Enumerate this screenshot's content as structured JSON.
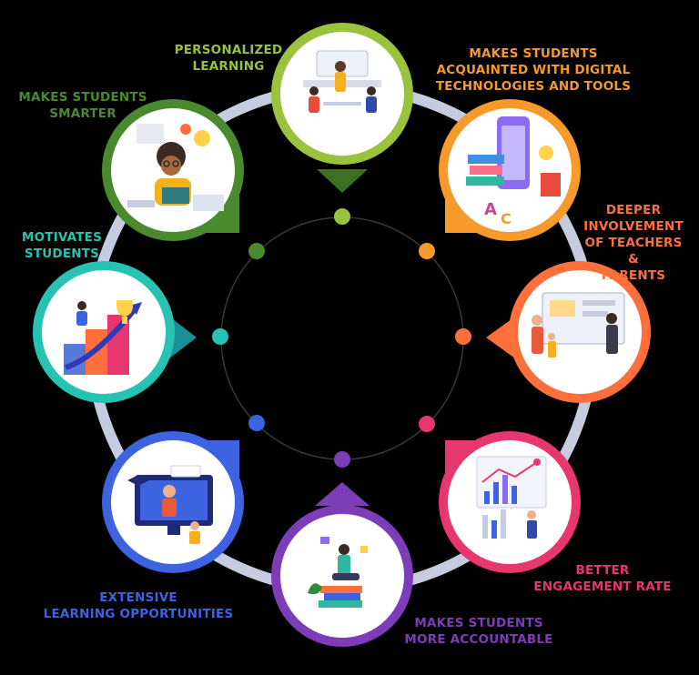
{
  "center": {
    "title": ""
  },
  "colors": {
    "ring": "#c7cbe0",
    "personalized": "#9ac23c",
    "acquainted": "#f59a2b",
    "deeper": "#ff6f3c",
    "engagement": "#e8366e",
    "accountable": "#7d3cb8",
    "extensive": "#3d63e0",
    "motivates": "#27c2b2",
    "smarter": "#4a8a2e"
  },
  "benefits": [
    {
      "id": "personalized",
      "label": "PERSONALIZED\nLEARNING",
      "color": "#9ac23c",
      "icon": "team-meeting-icon"
    },
    {
      "id": "acquainted",
      "label": "MAKES STUDENTS\nACQUAINTED WITH DIGITAL\nTECHNOLOGIES AND TOOLS",
      "color": "#f59a2b",
      "icon": "phone-books-icon"
    },
    {
      "id": "deeper",
      "label": "DEEPER\nINVOLVEMENT\nOF TEACHERS &\nPARENTS",
      "color": "#ff6f3c",
      "icon": "teacher-parent-board-icon"
    },
    {
      "id": "engagement",
      "label": "BETTER\nENGAGEMENT RATE",
      "color": "#e8366e",
      "icon": "engagement-dashboard-icon"
    },
    {
      "id": "accountable",
      "label": "MAKES STUDENTS\nMORE ACCOUNTABLE",
      "color": "#7d3cb8",
      "icon": "student-books-icon"
    },
    {
      "id": "extensive",
      "label": "EXTENSIVE\nLEARNING OPPORTUNITIES",
      "color": "#3d63e0",
      "icon": "online-class-icon"
    },
    {
      "id": "motivates",
      "label": "MOTIVATES\nSTUDENTS",
      "color": "#27c2b2",
      "icon": "trophy-growth-icon"
    },
    {
      "id": "smarter",
      "label": "MAKES STUDENTS\nSMARTER",
      "color": "#4a8a2e",
      "icon": "student-reading-icon"
    }
  ]
}
